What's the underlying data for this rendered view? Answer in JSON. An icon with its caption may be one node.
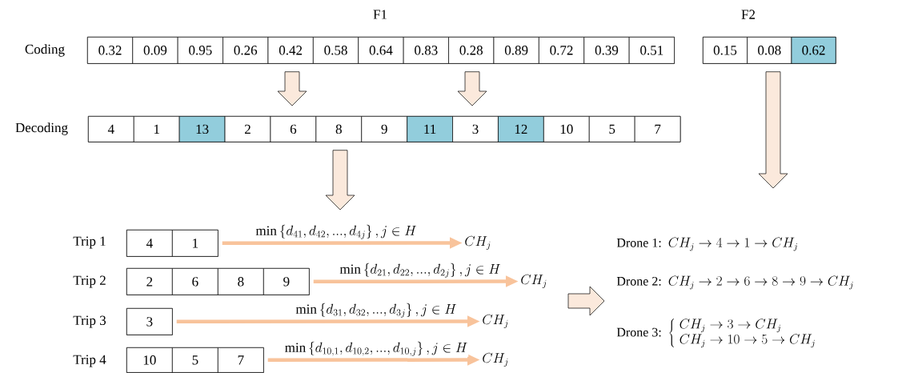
{
  "diagram": {
    "nodes": [
      {
        "text": [
          "0.32",
          "0.09",
          "0.95",
          "0.26",
          "0.42",
          "0.58",
          "0.64",
          "0.83",
          "0.28",
          "0.89",
          "0.72",
          "0.39",
          "0.51"
        ],
        "beside": [
          "F1",
          "Coding"
        ]
      },
      {
        "text": [
          "0.15",
          "0.08",
          "0.62"
        ],
        "beside": [
          "F2"
        ]
      },
      {
        "text": [
          "4",
          "1",
          "13",
          "2",
          "6",
          "8",
          "9",
          "11",
          "3",
          "12",
          "10",
          "5",
          "7"
        ],
        "beside": [
          "Decoding"
        ]
      },
      {
        "text": [
          "4",
          "1"
        ],
        "beside": [
          "Trip 1"
        ]
      },
      {
        "text": [
          "2",
          "6",
          "8",
          "9"
        ],
        "beside": [
          "Trip 2"
        ]
      },
      {
        "text": [
          "3"
        ],
        "beside": [
          "Trip 3"
        ]
      },
      {
        "text": [
          "10",
          "5",
          "7"
        ],
        "beside": [
          "Trip 4"
        ]
      },
      {
        "text": [
          "CH_j"
        ]
      },
      {
        "text": [
          "CH_j"
        ]
      },
      {
        "text": [
          "CH_j"
        ]
      },
      {
        "text": [
          "CH_j"
        ]
      },
      {
        "text": [
          "Drone 1:",
          "CH_j \\to 4 \\to 1 \\to CH_j"
        ]
      },
      {
        "text": [
          "Drone 2:",
          "CH_j \\to 2 \\to 6 \\to 8 \\to 9 \\to CH_j"
        ]
      },
      {
        "text": [
          "Drone 3:",
          "\\left\\{\\begin{array}{l} CH_j \\to 3 \\to CH_j \\\\ CH_j \\to 10 \\to 5 \\to CH_j \\end{array}\\right."
        ]
      }
    ],
    "edges": [
      {
        "from": 0,
        "to": 2,
        "arrow": "to"
      },
      {
        "from": 0,
        "to": 2,
        "arrow": "to"
      },
      {
        "from": 1,
        "to": null,
        "arrow": "to"
      },
      {
        "from": 2,
        "to": null,
        "arrow": "to"
      },
      {
        "from": 3,
        "to": 7,
        "arrow": "to",
        "color": "#f8c39b",
        "label": "\\min\\left\\{d_{41},d_{42},...,d_{4j}\\right\\}, j\\in H"
      },
      {
        "from": 4,
        "to": 8,
        "arrow": "to",
        "color": "#f8c39b",
        "label": "\\min\\left\\{d_{21},d_{22},...,d_{2j}\\right\\}, j\\in H"
      },
      {
        "from": 5,
        "to": 9,
        "arrow": "to",
        "color": "#f8c39b",
        "label": "\\min\\left\\{d_{31},d_{32},...,d_{3j}\\right\\}, j\\in H"
      },
      {
        "from": 6,
        "to": 10,
        "arrow": "to",
        "color": "#f8c39b",
        "label": "\\min\\left\\{d_{10,1},d_{10,2},...,d_{10,j}\\right\\}, j\\in H"
      },
      {
        "from": null,
        "to": 12,
        "arrow": "to"
      }
    ]
  }
}
